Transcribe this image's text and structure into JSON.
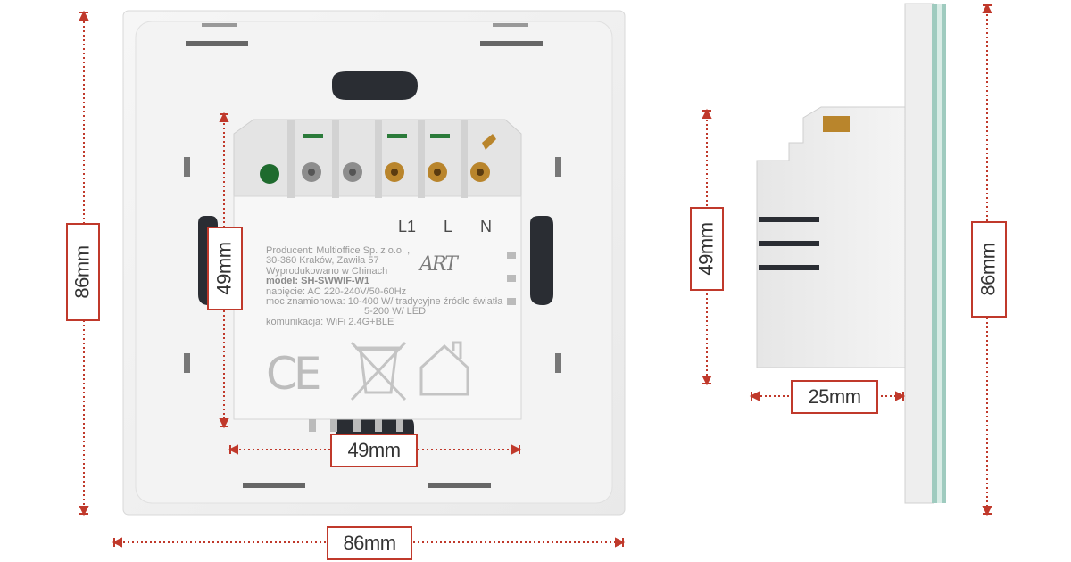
{
  "front": {
    "height_label": "86mm",
    "width_label": "86mm",
    "module_height_label": "49mm",
    "module_width_label": "49mm"
  },
  "side": {
    "module_height_label": "49mm",
    "depth_label": "25mm",
    "height_label": "86mm"
  },
  "terminals": [
    "L1",
    "L",
    "N"
  ],
  "nameplate": {
    "brand": "ART",
    "lines": [
      {
        "text": "Producent: Multioffice Sp. z o.o. ,",
        "bold": false
      },
      {
        "text": "30-360 Kraków, Zawiła 57",
        "bold": false
      },
      {
        "text": "Wyprodukowano w Chinach",
        "bold": false
      },
      {
        "text": "model: SH-SWWIF-W1",
        "bold": true
      },
      {
        "text": "napięcie: AC 220-240V/50-60Hz",
        "bold": false
      },
      {
        "text": "moc znamionowa:  10-400 W/ tradycyjne źródło światła",
        "bold": false
      },
      {
        "text": "5-200 W/ LED",
        "bold": false,
        "indent": true
      },
      {
        "text": "komunikacja: WiFi 2.4G+BLE",
        "bold": false
      }
    ],
    "ce_mark": "CE"
  },
  "colors": {
    "dimension_line": "#c0392b",
    "plate": "#f1f1f1",
    "glass_edge": "#9fcbbf"
  },
  "icons": [
    "weee-bin-icon",
    "house-icon"
  ]
}
